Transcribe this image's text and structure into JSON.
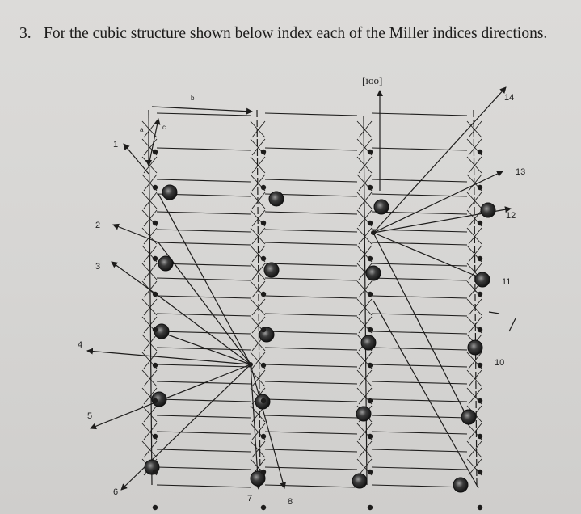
{
  "question": {
    "number": "3.",
    "text": "For the cubic structure shown below index each of the Miller indices directions."
  },
  "figure": {
    "top_direction_label": "[īoo]",
    "axis_labels": {
      "a": "a",
      "b": "b",
      "c": "c"
    },
    "direction_labels": {
      "d1": "1",
      "d2": "2",
      "d3": "3",
      "d4": "4",
      "d5": "5",
      "d6": "6",
      "d7": "7",
      "d8": "8",
      "d10": "10",
      "d11": "11",
      "d12": "12",
      "d13": "13",
      "d14": "14"
    }
  },
  "colors": {
    "ink": "#1d1c1b",
    "atom_dark": "#3a3a3a",
    "atom_highlight": "#9a9a9a",
    "paper": "#d9d8d6"
  }
}
